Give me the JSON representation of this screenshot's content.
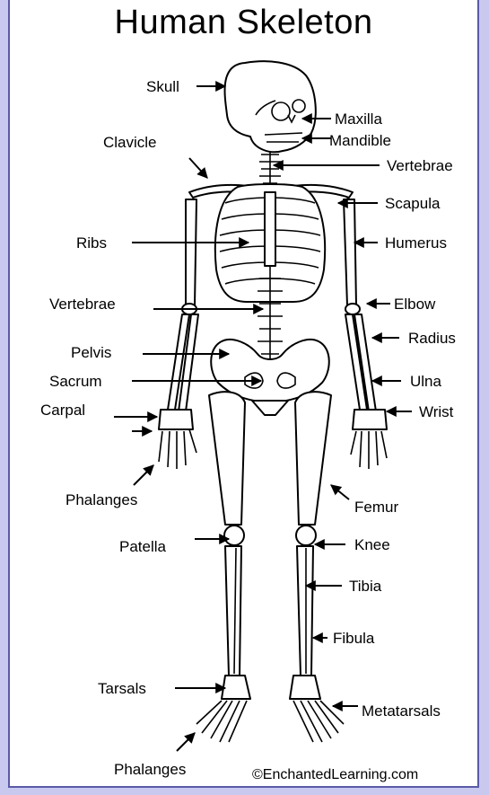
{
  "title": "Human Skeleton",
  "credit": "©EnchantedLearning.com",
  "labels": {
    "skull": "Skull",
    "maxilla": "Maxilla",
    "mandible": "Mandible",
    "clavicle": "Clavicle",
    "vertebrae_top": "Vertebrae",
    "scapula": "Scapula",
    "ribs": "Ribs",
    "humerus": "Humerus",
    "vertebrae_mid": "Vertebrae",
    "elbow": "Elbow",
    "pelvis": "Pelvis",
    "radius": "Radius",
    "sacrum": "Sacrum",
    "ulna": "Ulna",
    "carpal": "Carpal",
    "wrist": "Wrist",
    "phalanges_hand": "Phalanges",
    "femur": "Femur",
    "patella": "Patella",
    "knee": "Knee",
    "tibia": "Tibia",
    "fibula": "Fibula",
    "tarsals": "Tarsals",
    "metatarsals": "Metatarsals",
    "phalanges_foot": "Phalanges"
  }
}
